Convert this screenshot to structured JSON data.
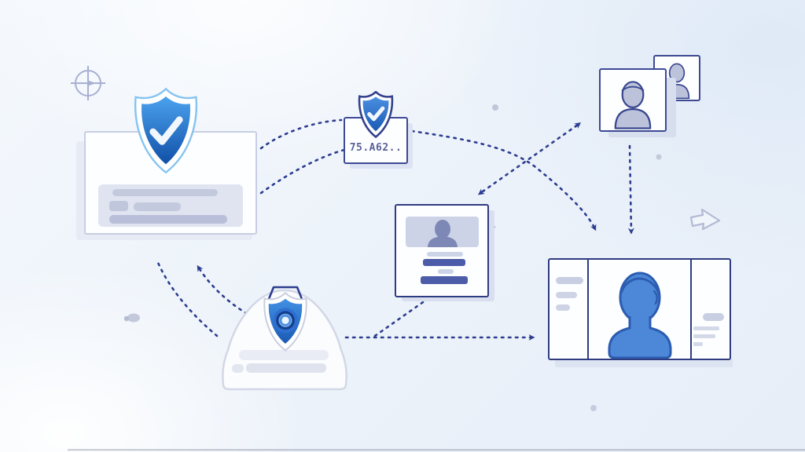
{
  "scene": {
    "title": "identity-verification-illustration",
    "badge": {
      "value": "75.A62.."
    },
    "colors": {
      "background": "#edf3fa",
      "arrow_navy": "#2c3d8f",
      "card_border_navy": "#33408c",
      "document_border": "#c7cee3",
      "shield_blue_light": "#4ba2ee",
      "shield_blue_dark": "#1150a8",
      "avatar_blue": "#4d88d8",
      "avatar_outline": "#2b5cb0",
      "placeholder_gray": "#c4cade",
      "dark_bar_blue": "#4d5ca8"
    },
    "nodes": [
      {
        "id": "verified-document",
        "icon": "shield-check-icon"
      },
      {
        "id": "score-badge",
        "icon": "shield-check-icon",
        "text": "75.A62.."
      },
      {
        "id": "photo-card-stack",
        "icon": "user-photo-icon"
      },
      {
        "id": "id-card",
        "icon": "user-silhouette-icon"
      },
      {
        "id": "camera-dome",
        "icon": "shield-camera-lens-icon"
      },
      {
        "id": "verification-card",
        "icon": "user-avatar-icon"
      }
    ],
    "connections": [
      {
        "from": "verified-document",
        "to": "score-badge",
        "style": "dashed-curve",
        "heads": 0
      },
      {
        "from": "verified-document",
        "to": "score-badge",
        "style": "dashed-curve",
        "heads": 0
      },
      {
        "from": "score-badge",
        "to": "verification-card",
        "style": "dashed-curve",
        "heads": 1
      },
      {
        "from": "id-card",
        "to": "photo-card-stack",
        "style": "dashed-line",
        "heads": 2
      },
      {
        "from": "photo-card-stack",
        "to": "verification-card",
        "style": "dashed-line",
        "heads": 1
      },
      {
        "from": "camera-dome",
        "to": "verification-card",
        "style": "dashed-line",
        "heads": 1
      },
      {
        "from": "camera-dome",
        "to": "id-card",
        "style": "dashed-line",
        "heads": 0
      },
      {
        "from": "camera-dome",
        "to": "verified-document",
        "style": "dashed-curve",
        "heads": 1
      },
      {
        "from": "camera-dome",
        "to": "verified-document",
        "style": "dashed-curve",
        "heads": 0
      }
    ],
    "decorations": [
      "crosshair-icon",
      "cursor-arrow-icon",
      "dot",
      "dot",
      "dot",
      "dot-blob",
      "bottom-edge-line"
    ]
  }
}
